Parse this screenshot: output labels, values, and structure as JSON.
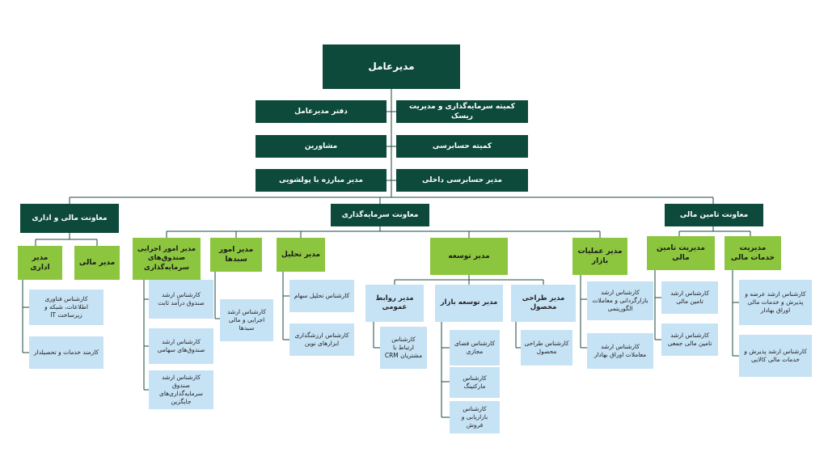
{
  "ceo": "مدیرعامل",
  "committees": {
    "investment_risk": "کمیته سرمایه‌گذاری و مدیریت ریسک",
    "ceo_office": "دفتر مدیرعامل",
    "audit_committee": "کمیته حسابرسی",
    "advisors": "مشاورین",
    "internal_audit": "مدیر حسابرسی داخلی",
    "aml": "مدیر مبارزه با پولشویی"
  },
  "deputies": {
    "admin_finance": {
      "title": "معاونت مالی و اداری",
      "admin_manager": "مدیر اداری",
      "finance_manager": "مدیر مالی",
      "it_expert": "کارشناس فناوری اطلاعات، شبکه و زیرساخت IT",
      "services_staff": "کارمند خدمات و تحصیلدار"
    },
    "investment": {
      "title": "معاونت سرمایه‌گذاری",
      "funds_manager": "مدیر امور اجرایی صندوق‌های سرمایه‌گذاری",
      "funds_staff": [
        "کارشناس ارشد صندوق درآمد ثابت",
        "کارشناس ارشد صندوق‌های سهامی",
        "کارشناس ارشد صندوق سرمایه‌گذاری‌های جایگزین"
      ],
      "portfolio_manager": "مدیر امور سبدها",
      "portfolio_staff": "کارشناس ارشد اجرایی و مالی سبدها",
      "analysis_manager": "مدیر تحلیل",
      "analysis_staff": [
        "کارشناس تحلیل سهام",
        "کارشناس ارزشگذاری ابزارهای نوین"
      ],
      "development_manager": "مدیر توسعه",
      "pr_manager": "مدیر روابط عمومی",
      "pr_staff": "کارشناس ارتباط با مشتریان CRM",
      "market_dev_manager": "مدیر توسعه بازار",
      "market_dev_staff": [
        "کارشناس فضای مجازی",
        "کارشناس مارکتینگ",
        "کارشناس بازاریابی و فروش"
      ],
      "product_manager": "مدیر طراحی محصول",
      "product_staff": "کارشناس طراحی محصول",
      "market_ops_manager": "مدیر عملیات بازار",
      "market_ops_staff": [
        "کارشناس ارشد بازارگردانی و معاملات الگوریتمی",
        "کارشناس ارشد معاملات اوراق بهادار"
      ]
    },
    "financing": {
      "title": "معاونت تامین مالی",
      "financing_manager": "مدیریت تامین مالی",
      "financing_staff": [
        "کارشناس ارشد تامین مالی",
        "کارشناس ارشد تامین مالی جمعی"
      ],
      "services_manager": "مدیریت خدمات مالی",
      "services_staff": [
        "کارشناس ارشد عرضه و پذیرش و خدمات مالی اوراق بهادار",
        "کارشناس ارشد پذیرش و خدمات مالی کالایی"
      ]
    }
  }
}
